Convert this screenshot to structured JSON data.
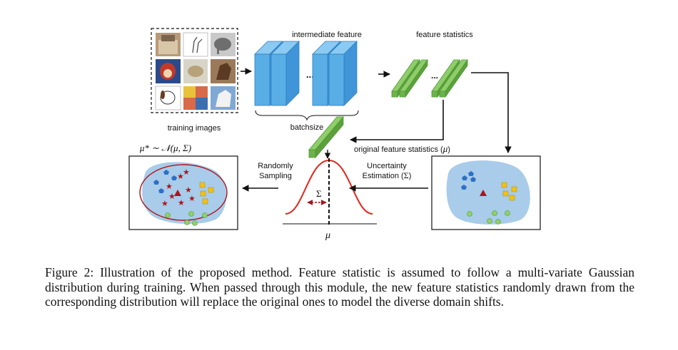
{
  "figure": {
    "label_training_images": "training images",
    "label_intermediate_feature": "intermediate feature",
    "label_feature_statistics": "feature statistics",
    "label_batchsize": "batchsize",
    "label_ellipsis": "...",
    "label_original_stats": "original feature statistics (",
    "label_original_stats_sym": "μ",
    "label_original_stats_close": ")",
    "label_randomly_1": "Randomly",
    "label_randomly_2": "Sampling",
    "label_uncertainty_1": "Uncertainty",
    "label_uncertainty_2": "Estimation (",
    "label_uncertainty_sym": "Σ",
    "label_uncertainty_close": ")",
    "label_sample_formula": "μ* ∼ 𝒩(μ, Σ)",
    "label_sigma": "Σ",
    "label_mu_axis": "μ",
    "colors": {
      "feature_blue": "#5aaee6",
      "stat_green": "#8fcd6a",
      "cloud_blue": "#a8cce9",
      "gaussian_red": "#e3261d",
      "star_red": "#b0121b",
      "pentagon_blue": "#2f6fc6",
      "square_yellow": "#f1c115",
      "circle_green": "#8fd06b"
    }
  },
  "caption": {
    "text": "Figure 2: Illustration of the proposed method. Feature statistic is assumed to follow a multi-variate Gaussian distribution during training. When passed through this module, the new feature statistics randomly drawn from the corresponding distribution will replace the original ones to model the diverse domain shifts."
  }
}
